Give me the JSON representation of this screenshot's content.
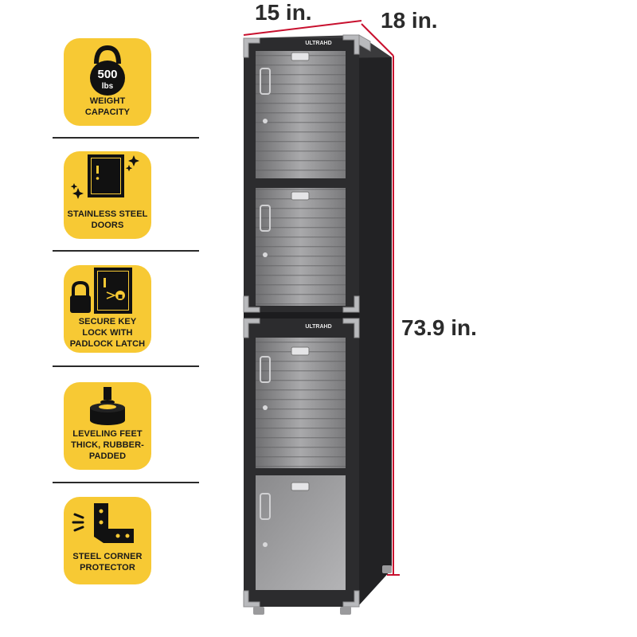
{
  "features": [
    {
      "icon": "kettlebell-icon",
      "weight_number": "500",
      "weight_unit": "lbs",
      "lines": [
        "WEIGHT",
        "CAPACITY"
      ]
    },
    {
      "icon": "stainless-door-icon",
      "lines": [
        "STAINLESS STEEL",
        "DOORS"
      ]
    },
    {
      "icon": "padlock-latch-icon",
      "lines": [
        "SECURE KEY",
        "LOCK WITH",
        "PADLOCK LATCH"
      ]
    },
    {
      "icon": "leveling-foot-icon",
      "lines": [
        "LEVELING FEET",
        "THICK, RUBBER-",
        "PADDED"
      ]
    },
    {
      "icon": "corner-bracket-icon",
      "lines": [
        "STEEL CORNER",
        "PROTECTOR"
      ]
    }
  ],
  "dimensions": {
    "width": "15 in.",
    "depth": "18 in.",
    "height": "73.9 in."
  },
  "product": {
    "brand_logo": "ULTRAHD",
    "compartments": 4
  },
  "colors": {
    "accent_yellow": "#f7c934",
    "dimension_line": "#c8102e",
    "cabinet_body": "#2c2c2e",
    "stainless_door": "#8e8e90",
    "corner_protector": "#b9babd"
  }
}
